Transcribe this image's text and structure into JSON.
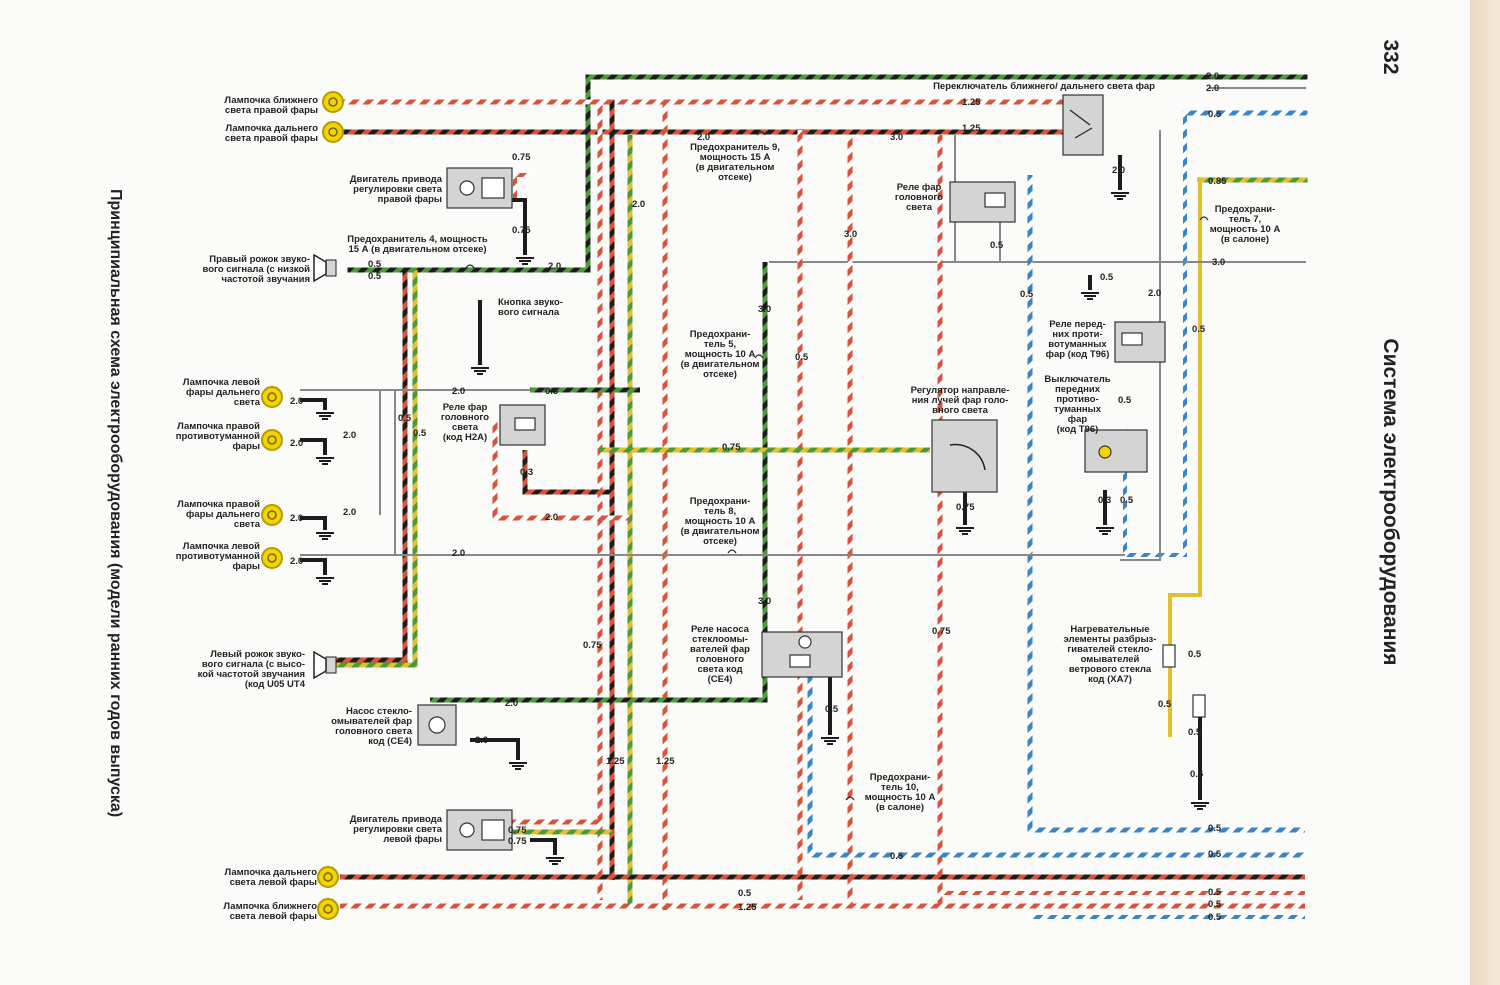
{
  "page": {
    "number": "332",
    "section_title": "Система электрооборудования",
    "diagram_title": "Принципиальная схема электрооборудования (модели ранних годов выпуска)"
  },
  "components": {
    "right_low_beam": "Лампочка ближнего\nсвета правой фары",
    "right_high_beam": "Лампочка дальнего\nсвета правой фары",
    "right_headlamp_motor": "Двигатель привода\nрегулировки света\nправой фары",
    "fuse_4": "Предохранитель 4, мощность\n15 А (в двигательном отсеке)",
    "right_horn": "Правый рожок звуко-\nвого сигнала (с низкой\nчастотой звучания",
    "horn_button": "Кнопка звуко-\nвого сигнала",
    "left_high_beam_lamp": "Лампочка левой\nфары дальнего\nсвета",
    "right_fog_lamp": "Лампочка правой\nпротивотуманной\nфары",
    "headlamp_relay_h2a": "Реле фар\nголовного\nсвета\n(код H2A)",
    "right_high_beam_lamp": "Лампочка правой\nфары дальнего\nсвета",
    "left_fog_lamp": "Лампочка левой\nпротивотуманной\nфары",
    "left_horn": "Левый рожок звуко-\nвого сигнала (с высо-\nкой частотой звучания\n(код U05 UT4",
    "washer_pump": "Насос стекло-\nомывателей фар\nголовного света\nкод (CE4)",
    "left_headlamp_motor": "Двигатель привода\nрегулировки света\nлевой фары",
    "left_high_beam": "Лампочка дальнего\nсвета левой фары",
    "left_low_beam": "Лампочка ближнего\nсвета левой фары",
    "dimmer_switch": "Переключатель ближнего/ дальнего света фар",
    "fuse_9": "Предохранитель 9,\nмощность 15 А\n(в двигательном\nотсеке)",
    "headlamp_relay": "Реле фар\nголовного\nсвета",
    "fuse_7": "Предохрани-\nтель 7,\nмощность 10 А\n(в салоне)",
    "fuse_5": "Предохрани-\nтель 5,\nмощность 10 А\n(в двигательном\nотсеке)",
    "fog_relay": "Реле перед-\nних проти-\nвотуманных\nфар (код T96)",
    "beam_regulator": "Регулятор направле-\nния лучей фар голо-\nвного света",
    "fog_switch": "Выключатель\nпередних\nпротиво-\nтуманных\nфар\n(код T96)",
    "fuse_8": "Предохрани-\nтель 8,\nмощность 10 А\n(в двигательном\nотсеке)",
    "washer_pump_relay": "Реле насоса\nстеклоомы-\nвателей фар\nголовного\nсвета код\n(CE4)",
    "washer_heaters": "Нагревательные\nэлементы разбрыз-\nгивателей стекло-\nомывателей\nветрового стекла\nкод (XA7)",
    "fuse_10": "Предохрани-\nтель 10,\nмощность 10 А\n(в салоне)"
  },
  "wire_sizes": {
    "w_0_3": "0.3",
    "w_0_5": "0.5",
    "w_0_75": "0.75",
    "w_0_85": "0.85",
    "w_1_25": "1.25",
    "w_2_0": "2.0",
    "w_3_0": "3.0"
  },
  "colors": {
    "red_white": "#d9533a",
    "green_black": "#3d8a3a",
    "yellow_green": "#d6b62a",
    "blue": "#3a84c8",
    "black": "#1c1c1c",
    "gray_box": "#d4d4d4",
    "lamp_yellow": "#f3d400"
  }
}
